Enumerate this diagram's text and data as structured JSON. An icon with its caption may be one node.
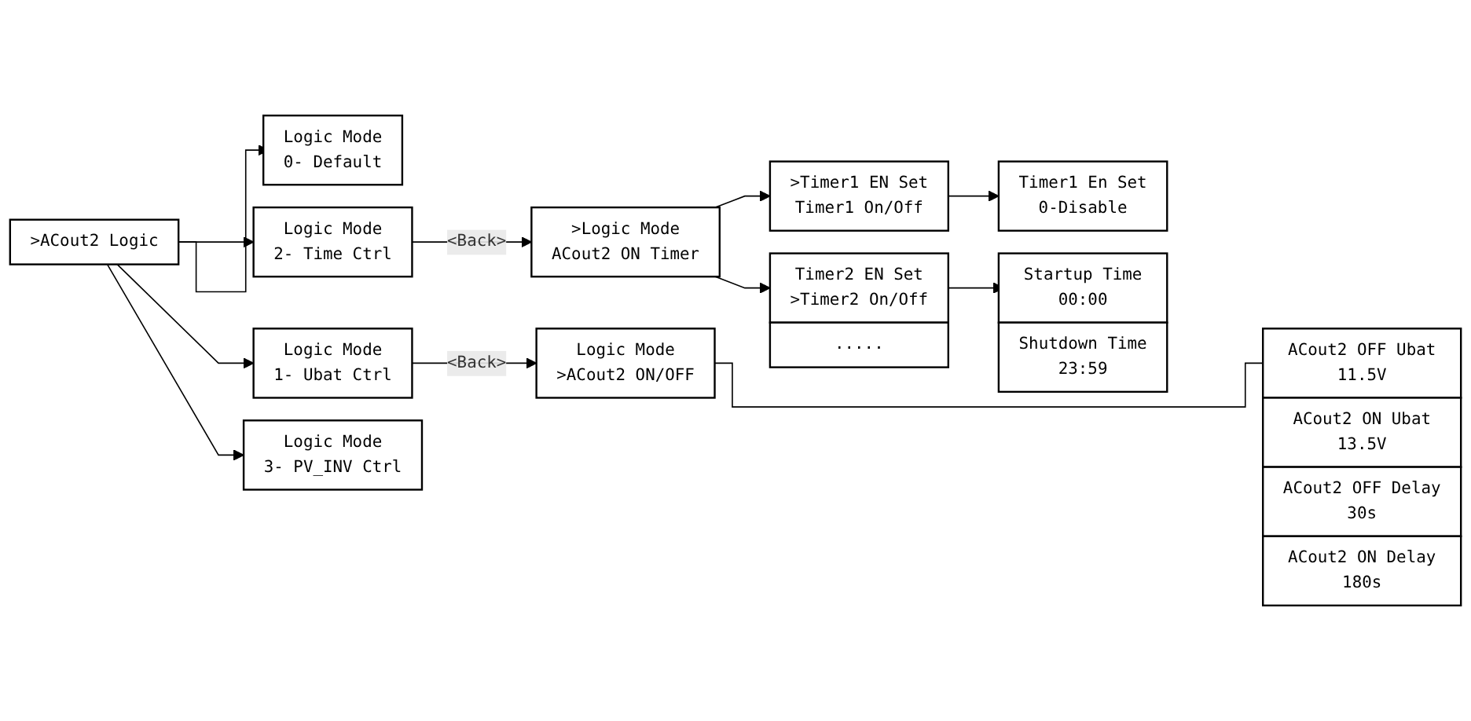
{
  "diagram": {
    "nodes": [
      {
        "text": [
          ">ACout2 Logic"
        ]
      },
      {
        "text": [
          "Logic Mode",
          "0- Default"
        ]
      },
      {
        "text": [
          "Logic Mode",
          "1- Ubat Ctrl"
        ]
      },
      {
        "text": [
          "Logic Mode",
          ">ACout2 ON/OFF"
        ]
      },
      {
        "text": [
          "ACout2 OFF Ubat",
          "11.5V"
        ]
      },
      {
        "text": [
          "ACout2 ON Ubat",
          "13.5V"
        ]
      },
      {
        "text": [
          "ACout2 OFF Delay",
          "30s"
        ]
      },
      {
        "text": [
          "ACout2 ON Delay",
          "180s"
        ]
      },
      {
        "text": [
          "Logic Mode",
          "2- Time Ctrl"
        ]
      },
      {
        "text": [
          ">Logic Mode",
          "ACout2 ON Timer"
        ]
      },
      {
        "text": [
          ">Timer1 EN Set",
          "Timer1 On/Off"
        ]
      },
      {
        "text": [
          "Timer2 EN Set",
          ">Timer2 On/Off"
        ]
      },
      {
        "text": [
          "....."
        ]
      },
      {
        "text": [
          "Timer1 En Set",
          "0-Disable"
        ]
      },
      {
        "text": [
          "Startup Time",
          "00:00"
        ]
      },
      {
        "text": [
          "Shutdown Time",
          "23:59"
        ]
      },
      {
        "text": [
          "Logic Mode",
          "3- PV_INV Ctrl"
        ]
      }
    ],
    "edges": [
      {
        "from": 0,
        "to": 1,
        "arrow": "to"
      },
      {
        "from": 0,
        "to": 2,
        "arrow": "to"
      },
      {
        "from": 0,
        "to": 8,
        "arrow": "to"
      },
      {
        "from": 0,
        "to": 16,
        "arrow": "to"
      },
      {
        "from": 2,
        "to": 3,
        "arrow": "to",
        "label": "<Back>"
      },
      {
        "from": 3,
        "to": 4,
        "arrow": "none"
      },
      {
        "from": 8,
        "to": 9,
        "arrow": "to",
        "label": "<Back>"
      },
      {
        "from": 9,
        "to": 10,
        "arrow": "to"
      },
      {
        "from": 9,
        "to": 11,
        "arrow": "to"
      },
      {
        "from": 10,
        "to": 13,
        "arrow": "to"
      },
      {
        "from": 11,
        "to": 14,
        "arrow": "to"
      }
    ]
  }
}
